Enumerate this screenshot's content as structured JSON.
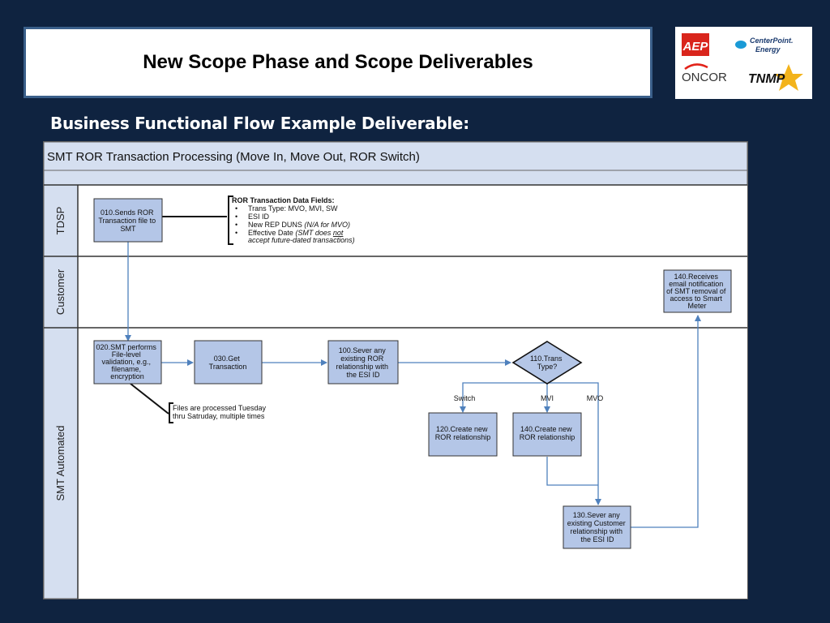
{
  "slide": {
    "title": "New Scope Phase and Scope Deliverables",
    "subtitle": "Business Functional Flow Example Deliverable:"
  },
  "logos": {
    "aep": "AEP",
    "centerpoint_line1": "CenterPoint.",
    "centerpoint_line2": "Energy",
    "oncor": "ONCOR",
    "tnmp": "TNMP"
  },
  "diagram": {
    "title": "SMT ROR Transaction Processing (Move In, Move Out, ROR Switch)",
    "lanes": [
      "TDSP",
      "Customer",
      "SMT Automated"
    ],
    "boxes": {
      "b010": [
        "010.Sends ROR",
        "Transaction file to",
        "SMT"
      ],
      "b020": [
        "020.SMT performs",
        "File-level",
        "validation, e.g.,",
        "filename,",
        "encryption"
      ],
      "b030": [
        "030.Get",
        "Transaction"
      ],
      "b100": [
        "100.Sever any",
        "existing ROR",
        "relationship with",
        "the ESI ID"
      ],
      "b110": [
        "110.Trans",
        "Type?"
      ],
      "b120": [
        "120.Create new",
        "ROR relationship"
      ],
      "b140a": [
        "140.Create new",
        "ROR relationship"
      ],
      "b130": [
        "130.Sever any",
        "existing Customer",
        "relationship with",
        "the ESI ID"
      ],
      "b140b": [
        "140.Receives",
        "email notification",
        "of SMT removal of",
        "access to Smart",
        "Meter"
      ]
    },
    "annotation_ror": {
      "heading": "ROR Transaction Data Fields:",
      "item1": "Trans Type: MVO, MVI, SW",
      "item2": "ESI ID",
      "item3_a": "New REP DUNS ",
      "item3_b": "(N/A for MVO)",
      "item4_a": "Effective Date ",
      "item4_b": "(SMT does ",
      "item4_c": "not",
      "item4_d": "accept future-dated transactions)"
    },
    "annotation_files": [
      "Files are processed Tuesday",
      "thru Satruday, multiple times"
    ],
    "branch_labels": {
      "switch": "Switch",
      "mvi": "MVI",
      "mvo": "MVO"
    }
  },
  "colors": {
    "background": "#0f2340",
    "box_fill": "#b4c6e7",
    "lane_fill": "#d5dff0",
    "connector": "#4f81bd"
  }
}
